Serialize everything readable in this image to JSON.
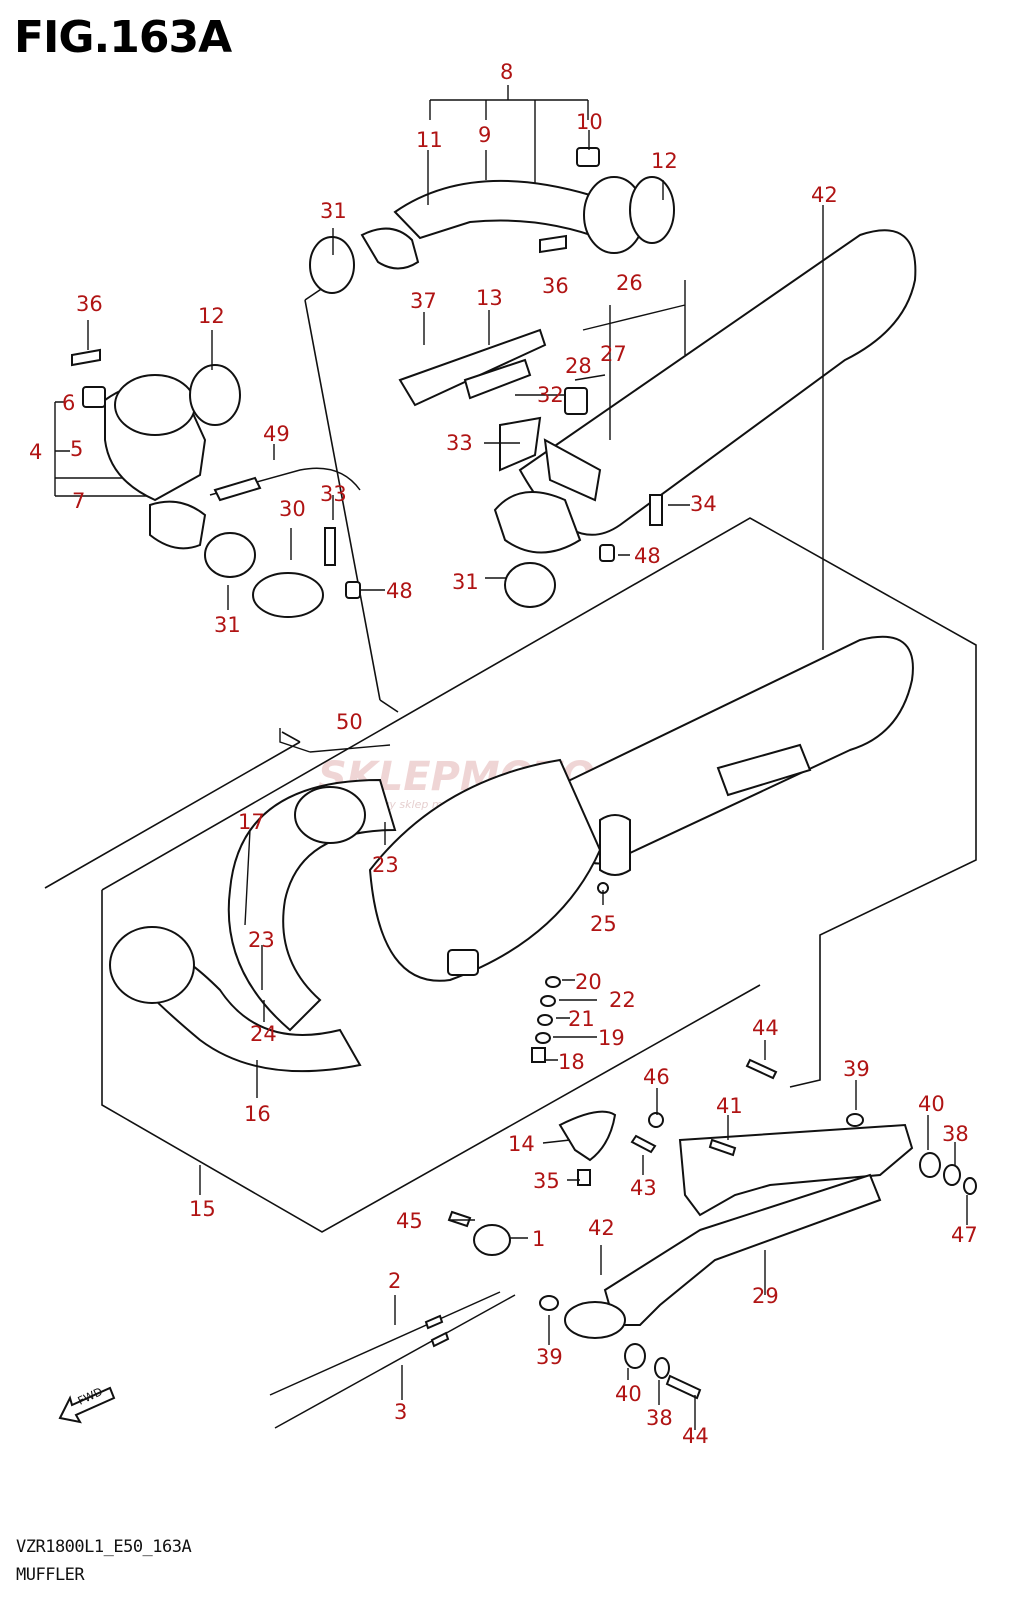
{
  "title": "FIG.163A",
  "model_code": "VZR1800L1_E50_163A",
  "caption": "MUFFLER",
  "watermark": {
    "main": "SKLEPMOTO46.PL",
    "sub": "internetowy sklep motocyklowy"
  },
  "fwd_label": "FWD",
  "colors": {
    "callout": "#b01414",
    "line": "#111111"
  },
  "callouts": [
    {
      "id": "c8",
      "text": "8"
    },
    {
      "id": "c11",
      "text": "11"
    },
    {
      "id": "c9",
      "text": "9"
    },
    {
      "id": "c10",
      "text": "10"
    },
    {
      "id": "c12a",
      "text": "12"
    },
    {
      "id": "c31a",
      "text": "31"
    },
    {
      "id": "c36a",
      "text": "36"
    },
    {
      "id": "c42a",
      "text": "42"
    },
    {
      "id": "c26",
      "text": "26"
    },
    {
      "id": "c37",
      "text": "37"
    },
    {
      "id": "c13",
      "text": "13"
    },
    {
      "id": "c28",
      "text": "28"
    },
    {
      "id": "c27",
      "text": "27"
    },
    {
      "id": "c36b",
      "text": "36"
    },
    {
      "id": "c12b",
      "text": "12"
    },
    {
      "id": "c6",
      "text": "6"
    },
    {
      "id": "c4",
      "text": "4"
    },
    {
      "id": "c5",
      "text": "5"
    },
    {
      "id": "c7",
      "text": "7"
    },
    {
      "id": "c49",
      "text": "49"
    },
    {
      "id": "c32",
      "text": "32"
    },
    {
      "id": "c33a",
      "text": "33"
    },
    {
      "id": "c33b",
      "text": "33"
    },
    {
      "id": "c30",
      "text": "30"
    },
    {
      "id": "c34",
      "text": "34"
    },
    {
      "id": "c48a",
      "text": "48"
    },
    {
      "id": "c31b",
      "text": "31"
    },
    {
      "id": "c48b",
      "text": "48"
    },
    {
      "id": "c31c",
      "text": "31"
    },
    {
      "id": "c50",
      "text": "50"
    },
    {
      "id": "c17",
      "text": "17"
    },
    {
      "id": "c23a",
      "text": "23"
    },
    {
      "id": "c25",
      "text": "25"
    },
    {
      "id": "c23b",
      "text": "23"
    },
    {
      "id": "c20",
      "text": "20"
    },
    {
      "id": "c22",
      "text": "22"
    },
    {
      "id": "c24",
      "text": "24"
    },
    {
      "id": "c21",
      "text": "21"
    },
    {
      "id": "c19",
      "text": "19"
    },
    {
      "id": "c18",
      "text": "18"
    },
    {
      "id": "c16",
      "text": "16"
    },
    {
      "id": "c44a",
      "text": "44"
    },
    {
      "id": "c39a",
      "text": "39"
    },
    {
      "id": "c46",
      "text": "46"
    },
    {
      "id": "c41",
      "text": "41"
    },
    {
      "id": "c40a",
      "text": "40"
    },
    {
      "id": "c38a",
      "text": "38"
    },
    {
      "id": "c14",
      "text": "14"
    },
    {
      "id": "c43",
      "text": "43"
    },
    {
      "id": "c35",
      "text": "35"
    },
    {
      "id": "c15",
      "text": "15"
    },
    {
      "id": "c47",
      "text": "47"
    },
    {
      "id": "c45",
      "text": "45"
    },
    {
      "id": "c1",
      "text": "1"
    },
    {
      "id": "c42b",
      "text": "42"
    },
    {
      "id": "c2",
      "text": "2"
    },
    {
      "id": "c29",
      "text": "29"
    },
    {
      "id": "c39b",
      "text": "39"
    },
    {
      "id": "c3",
      "text": "3"
    },
    {
      "id": "c40b",
      "text": "40"
    },
    {
      "id": "c38b",
      "text": "38"
    },
    {
      "id": "c44b",
      "text": "44"
    }
  ]
}
